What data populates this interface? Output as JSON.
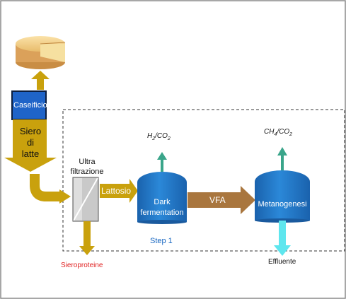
{
  "diagram": {
    "source": "Caseificio",
    "whey_label": [
      "Siero",
      "di",
      "latte"
    ],
    "filter_label": [
      "Ultra",
      "filtrazione"
    ],
    "permeate_label": "Lattosio",
    "reactor1_label": [
      "Dark",
      "fermentation"
    ],
    "intermediate_label": "VFA",
    "reactor2_label": "Metanogenesi",
    "gas1": {
      "base1": "H",
      "sub1": "2",
      "mid": "/CO",
      "sub2": "2"
    },
    "gas2": {
      "base1": "CH",
      "sub1": "4",
      "mid": "/CO",
      "sub2": "2"
    },
    "retentate_label": "Sieroproteine",
    "effluent_label": "Effluente",
    "step_label": "Step 1"
  },
  "colors": {
    "arrow_gold": "#c9a10d",
    "arrow_brown": "#a9763e",
    "arrow_teal": "#3aa58a",
    "arrow_cyan": "#5ee6ee",
    "reactor_blue": "#1f78c8",
    "box_blue": "#1f64c8",
    "step_text": "#1565c0",
    "red_text": "#e02020"
  },
  "icons": [
    "cheese-wheel-icon",
    "ultrafiltration-membrane-icon"
  ]
}
